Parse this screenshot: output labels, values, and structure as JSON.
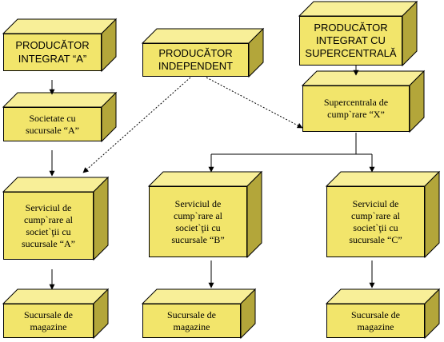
{
  "colors": {
    "face": "#f2e56b",
    "top": "#f8ef98",
    "side": "#b3a63a",
    "line": "#000000"
  },
  "nodes": {
    "producator_integrat_a": "PRODUCĂTOR\nINTEGRAT “A”",
    "producator_independent": "PRODUCĂTOR\nINDEPENDENT",
    "producator_integrat_supercentrala": "PRODUCĂTOR\nINTEGRAT CU\nSUPERCENTRALĂ",
    "societate_sucursale_a": "Societate cu\nsucursale “A”",
    "supercentrala_x": "Supercentrala de\ncump`rare “X”",
    "serviciul_a": "Serviciul de\ncump`rare al\nsociet`ţii cu\nsucursale “A”",
    "serviciul_b": "Serviciul de\ncump`rare al\nsociet`ţii cu\nsucursale “B”",
    "serviciul_c": "Serviciul de\ncump`rare al\nsociet`ţii cu\nsucursale “C”",
    "sucursale_1": "Sucursale de\nmagazine",
    "sucursale_2": "Sucursale de\nmagazine",
    "sucursale_3": "Sucursale de\nmagazine"
  }
}
